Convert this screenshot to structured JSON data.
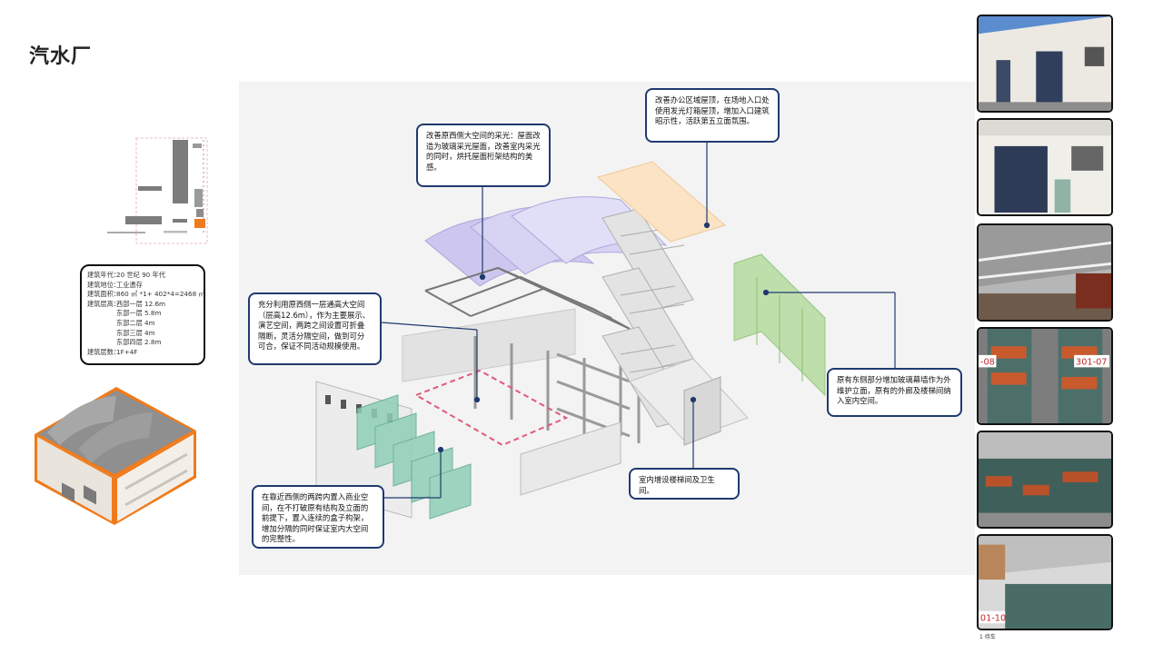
{
  "page": {
    "title": "汽水厂"
  },
  "info": {
    "rows": [
      {
        "key": "建筑年代：",
        "value": "20 世纪 90 年代"
      },
      {
        "key": "建筑地位：",
        "value": "工业遗存"
      },
      {
        "key": "建筑面积：",
        "value": "860 ㎡ *1+ 402*4=2468 ㎡"
      },
      {
        "key": "建筑层高：",
        "value": "西部一层 12.6m"
      }
    ],
    "height_extra": [
      "东部一层 5.8m",
      "东部二层 4m",
      "东部三层 4m",
      "东部四层 2.8m"
    ],
    "floors": {
      "key": "建筑层数：",
      "value": "1F+4F"
    }
  },
  "callouts": {
    "skylight": "改善原西侧大空间的采光：屋面改造为玻璃采光屋面，改善室内采光的同时，烘托屋面桁架结构的美感。",
    "office_roof": "改善办公区域屋顶，在场地入口处使用发光灯箱屋顶，增加入口建筑昭示性，活跃第五立面氛围。",
    "west_hall": "充分利用原西侧一层通高大空间（层高12.6m），作为主要展示、演艺空间，两跨之间设置可折叠隔断，灵活分隔空间，做到可分可合，保证不同活动规模使用。",
    "curtain_wall": "原有东侧部分增加玻璃幕墙作为外维护立面，原有的外廊及楼梯间纳入室内空间。",
    "stairs": "室内增设楼梯间及卫生间。",
    "commercial": "在靠近西侧的两跨内置入商业空间，在不打破原有结构及立面的前提下，置入连续的盒子构架，增加分隔的同时保证室内大空间的完整性。"
  },
  "photos": {
    "labels": [
      "-08",
      "301-07",
      "01-10"
    ],
    "caption": "1 待车"
  },
  "colors": {
    "callout_border": "#1f3a6e",
    "accent_orange": "#f07a1a",
    "glass_green": "#7fc0a8",
    "roof_purple": "#b9b2e6",
    "lightbox": "#fbe3c4"
  }
}
